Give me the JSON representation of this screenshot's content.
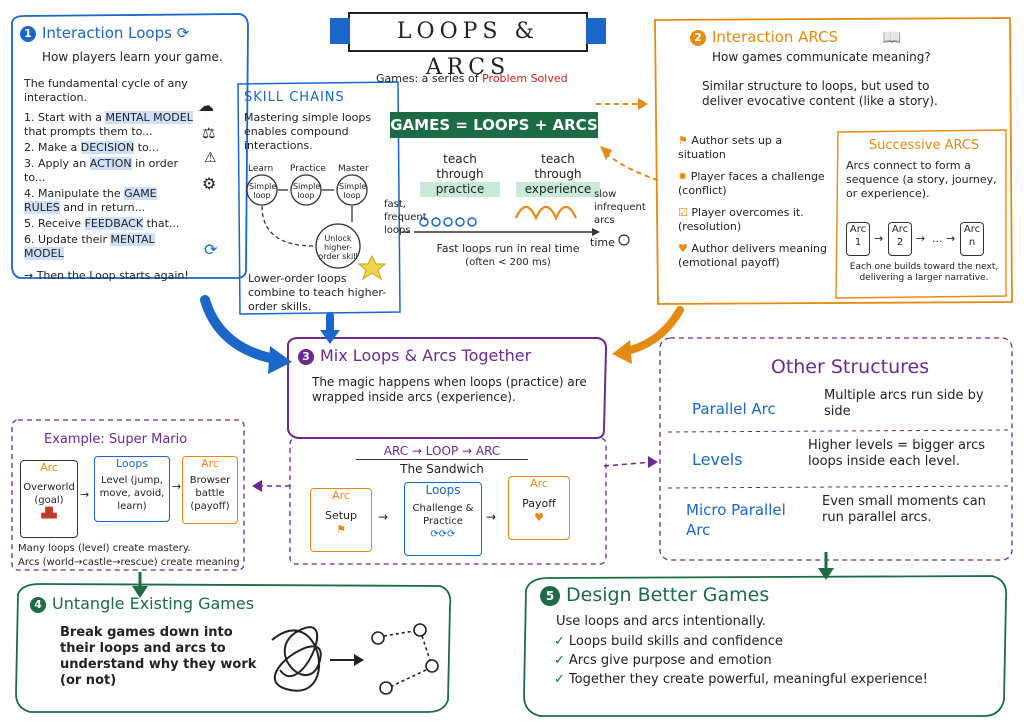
{
  "title": "LOOPS & ARCS",
  "subtitle": {
    "prefix": "Games: a series of",
    "emphasis": "Problem Solved"
  },
  "equation": "GAMES = LOOPS + ARCS",
  "teach": {
    "practice_prefix": "teach through",
    "practice": "practice",
    "experience_prefix": "teach through",
    "experience": "experience",
    "fast_loops": "fast, frequent loops",
    "slow_arcs": "slow infrequent arcs",
    "time": "time",
    "fast_note": "Fast loops run in real time",
    "fast_note2": "(often < 200 ms)"
  },
  "panel1": {
    "num": "1",
    "title": "Interaction Loops",
    "tagline": "How players learn your game.",
    "intro": "The fundamental cycle of any interaction.",
    "steps": [
      {
        "n": "1.",
        "a": "Start with a",
        "b": "MENTAL MODEL",
        "c": "that prompts them to..."
      },
      {
        "n": "2.",
        "a": "Make a",
        "b": "DECISION",
        "c": "to..."
      },
      {
        "n": "3.",
        "a": "Apply an",
        "b": "ACTION",
        "c": "in order to..."
      },
      {
        "n": "4.",
        "a": "Manipulate the",
        "b": "GAME RULES",
        "c": "and in return..."
      },
      {
        "n": "5.",
        "a": "Receive",
        "b": "FEEDBACK",
        "c": "that..."
      },
      {
        "n": "6.",
        "a": "Update their",
        "b": "MENTAL MODEL",
        "c": ""
      }
    ],
    "again": "→ Then the Loop starts again!"
  },
  "skill_chains": {
    "title": "SKILL CHAINS",
    "desc": "Mastering simple loops enables compound interactions.",
    "stages": [
      "Learn",
      "Practice",
      "Master"
    ],
    "loop_label": "Simple loop",
    "unlock": "Unlock higher-order skill",
    "note": "Lower-order loops combine to teach higher-order skills."
  },
  "panel2": {
    "num": "2",
    "title": "Interaction ARCS",
    "tagline": "How games communicate meaning?",
    "desc": "Similar structure to loops, but used to deliver evocative content (like a story).",
    "items": [
      "Author sets up a situation",
      "Player faces a challenge (conflict)",
      "Player overcomes it. (resolution)",
      "Author delivers meaning (emotional payoff)"
    ]
  },
  "successive": {
    "title": "Successive ARCS",
    "desc": "Arcs connect to form a sequence (a story, journey, or experience).",
    "arcs": [
      "Arc 1",
      "Arc 2",
      "Arc n"
    ],
    "dots": "...",
    "note": "Each one builds toward the next, delivering a larger narrative."
  },
  "panel3": {
    "num": "3",
    "title": "Mix Loops & Arcs Together",
    "desc": "The magic happens when loops (practice) are wrapped inside arcs (experience).",
    "sandwich": "ARC → LOOP → ARC",
    "sandwich_label": "The Sandwich",
    "boxes": [
      {
        "head": "Arc",
        "body": "Setup"
      },
      {
        "head": "Loops",
        "body": "Challenge & Practice"
      },
      {
        "head": "Arc",
        "body": "Payoff"
      }
    ]
  },
  "mario": {
    "title": "Example: Super Mario",
    "boxes": [
      {
        "head": "Arc",
        "body": "Overworld (goal)"
      },
      {
        "head": "Loops",
        "body": "Level (jump, move, avoid, learn)"
      },
      {
        "head": "Arc",
        "body": "Browser battle (payoff)"
      }
    ],
    "note1": "Many loops (level) create mastery.",
    "note2": "Arcs (world→castle→rescue) create meaning"
  },
  "other": {
    "title": "Other Structures",
    "rows": [
      {
        "name": "Parallel Arc",
        "desc": "Multiple arcs run side by side"
      },
      {
        "name": "Levels",
        "desc": "Higher levels = bigger arcs loops inside each level."
      },
      {
        "name": "Micro Parallel Arc",
        "desc": "Even small moments can run parallel arcs."
      }
    ]
  },
  "panel4": {
    "num": "4",
    "title": "Untangle Existing Games",
    "desc": "Break games down into their loops and arcs to understand why they work (or not)"
  },
  "panel5": {
    "num": "5",
    "title": "Design Better Games",
    "intro": "Use loops and arcs intentionally.",
    "checks": [
      "Loops build skills and confidence",
      "Arcs give purpose and emotion",
      "Together they create powerful, meaningful experience!"
    ]
  },
  "colors": {
    "blue": "#1a66c9",
    "orange": "#e58a12",
    "purple": "#6a2a8f",
    "green": "#1d6b45"
  }
}
